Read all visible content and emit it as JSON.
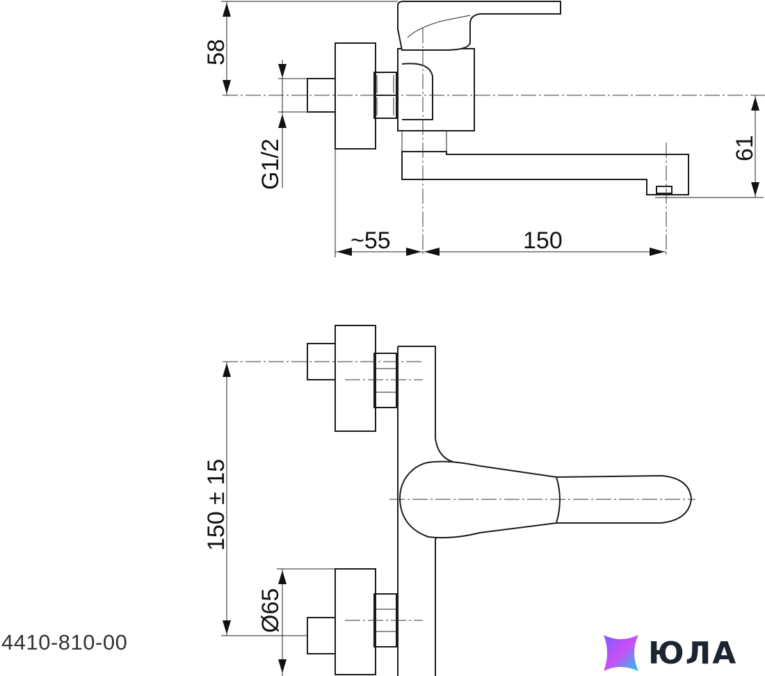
{
  "part_number": "4410-810-00",
  "brand": "ЮЛА",
  "dimensions": {
    "spout_to_handle_height": "58",
    "thread_size": "G1/2",
    "spout_height": "61",
    "wall_offset": "~55",
    "spout_reach": "150",
    "connection_spacing": "150 ± 15",
    "flange_diameter": "Ø65"
  },
  "colors": {
    "line": "#1a1a1a",
    "logo_gradient": [
      "#6a5cff",
      "#d14ff7",
      "#1fc8e6"
    ]
  }
}
